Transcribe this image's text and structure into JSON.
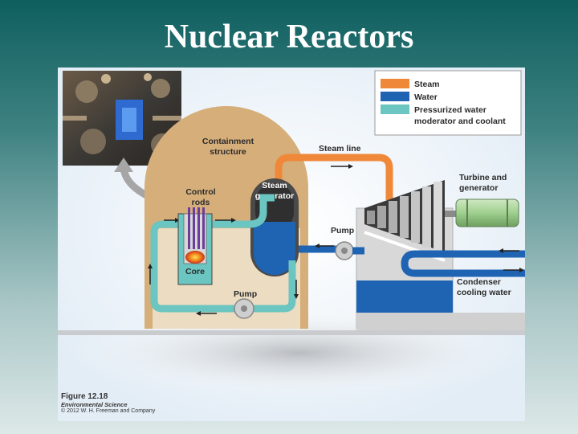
{
  "slide": {
    "title": "Nuclear Reactors"
  },
  "legend": {
    "items": [
      {
        "label": "Steam",
        "color": "#f0883a"
      },
      {
        "label": "Water",
        "color": "#1f63b3"
      },
      {
        "label_lines": [
          "Pressurized water",
          "moderator and coolant"
        ],
        "color": "#6bc5c0"
      }
    ]
  },
  "labels": {
    "containment": [
      "Containment",
      "structure"
    ],
    "steam_line": "Steam line",
    "control_rods": [
      "Control",
      "rods"
    ],
    "steam_generator": [
      "Steam",
      "generator"
    ],
    "turbine": [
      "Turbine and",
      "generator"
    ],
    "pump_upper": "Pump",
    "pump_lower": "Pump",
    "core": "Core",
    "condenser": [
      "Condenser",
      "cooling water"
    ]
  },
  "caption": {
    "figure": "Figure 12.18",
    "book": "Environmental Science",
    "copyright": "© 2012 W. H. Freeman and Company"
  },
  "colors": {
    "containment": "#d6ae7a",
    "containment_inner": "#ecdcc2",
    "coolant": "#6bc5c0",
    "water": "#1f63b3",
    "steam": "#f0883a",
    "turbine_house": "#d8d8d8",
    "generator": "#9fcf8e"
  }
}
